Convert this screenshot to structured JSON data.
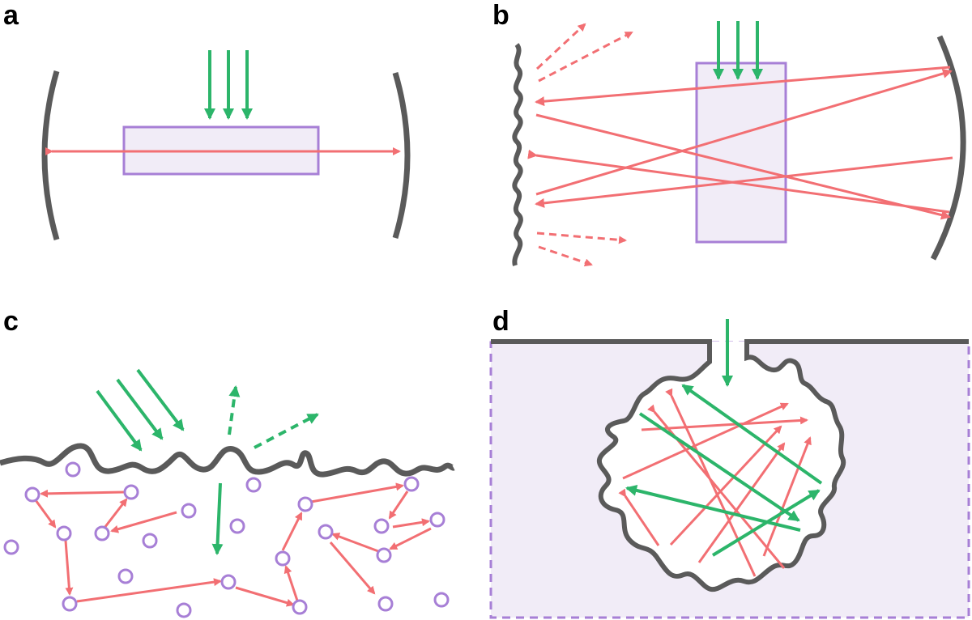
{
  "panels": {
    "a": {
      "label": "a"
    },
    "b": {
      "label": "b"
    },
    "c": {
      "label": "c"
    },
    "d": {
      "label": "d"
    }
  },
  "colors": {
    "mirror": "#5a5a5a",
    "gain_fill": "#f1ecf7",
    "gain_stroke": "#a77fd6",
    "red_light": "#f26f73",
    "green_pump": "#2cb56a",
    "scatterer": "#a77fd6"
  },
  "icons": {
    "pump_arrow": "green-down-arrow",
    "laser_ray": "red-arrow",
    "scatterer": "purple-circle",
    "mirror": "curved-mirror",
    "rough_surface": "wavy-surface"
  }
}
